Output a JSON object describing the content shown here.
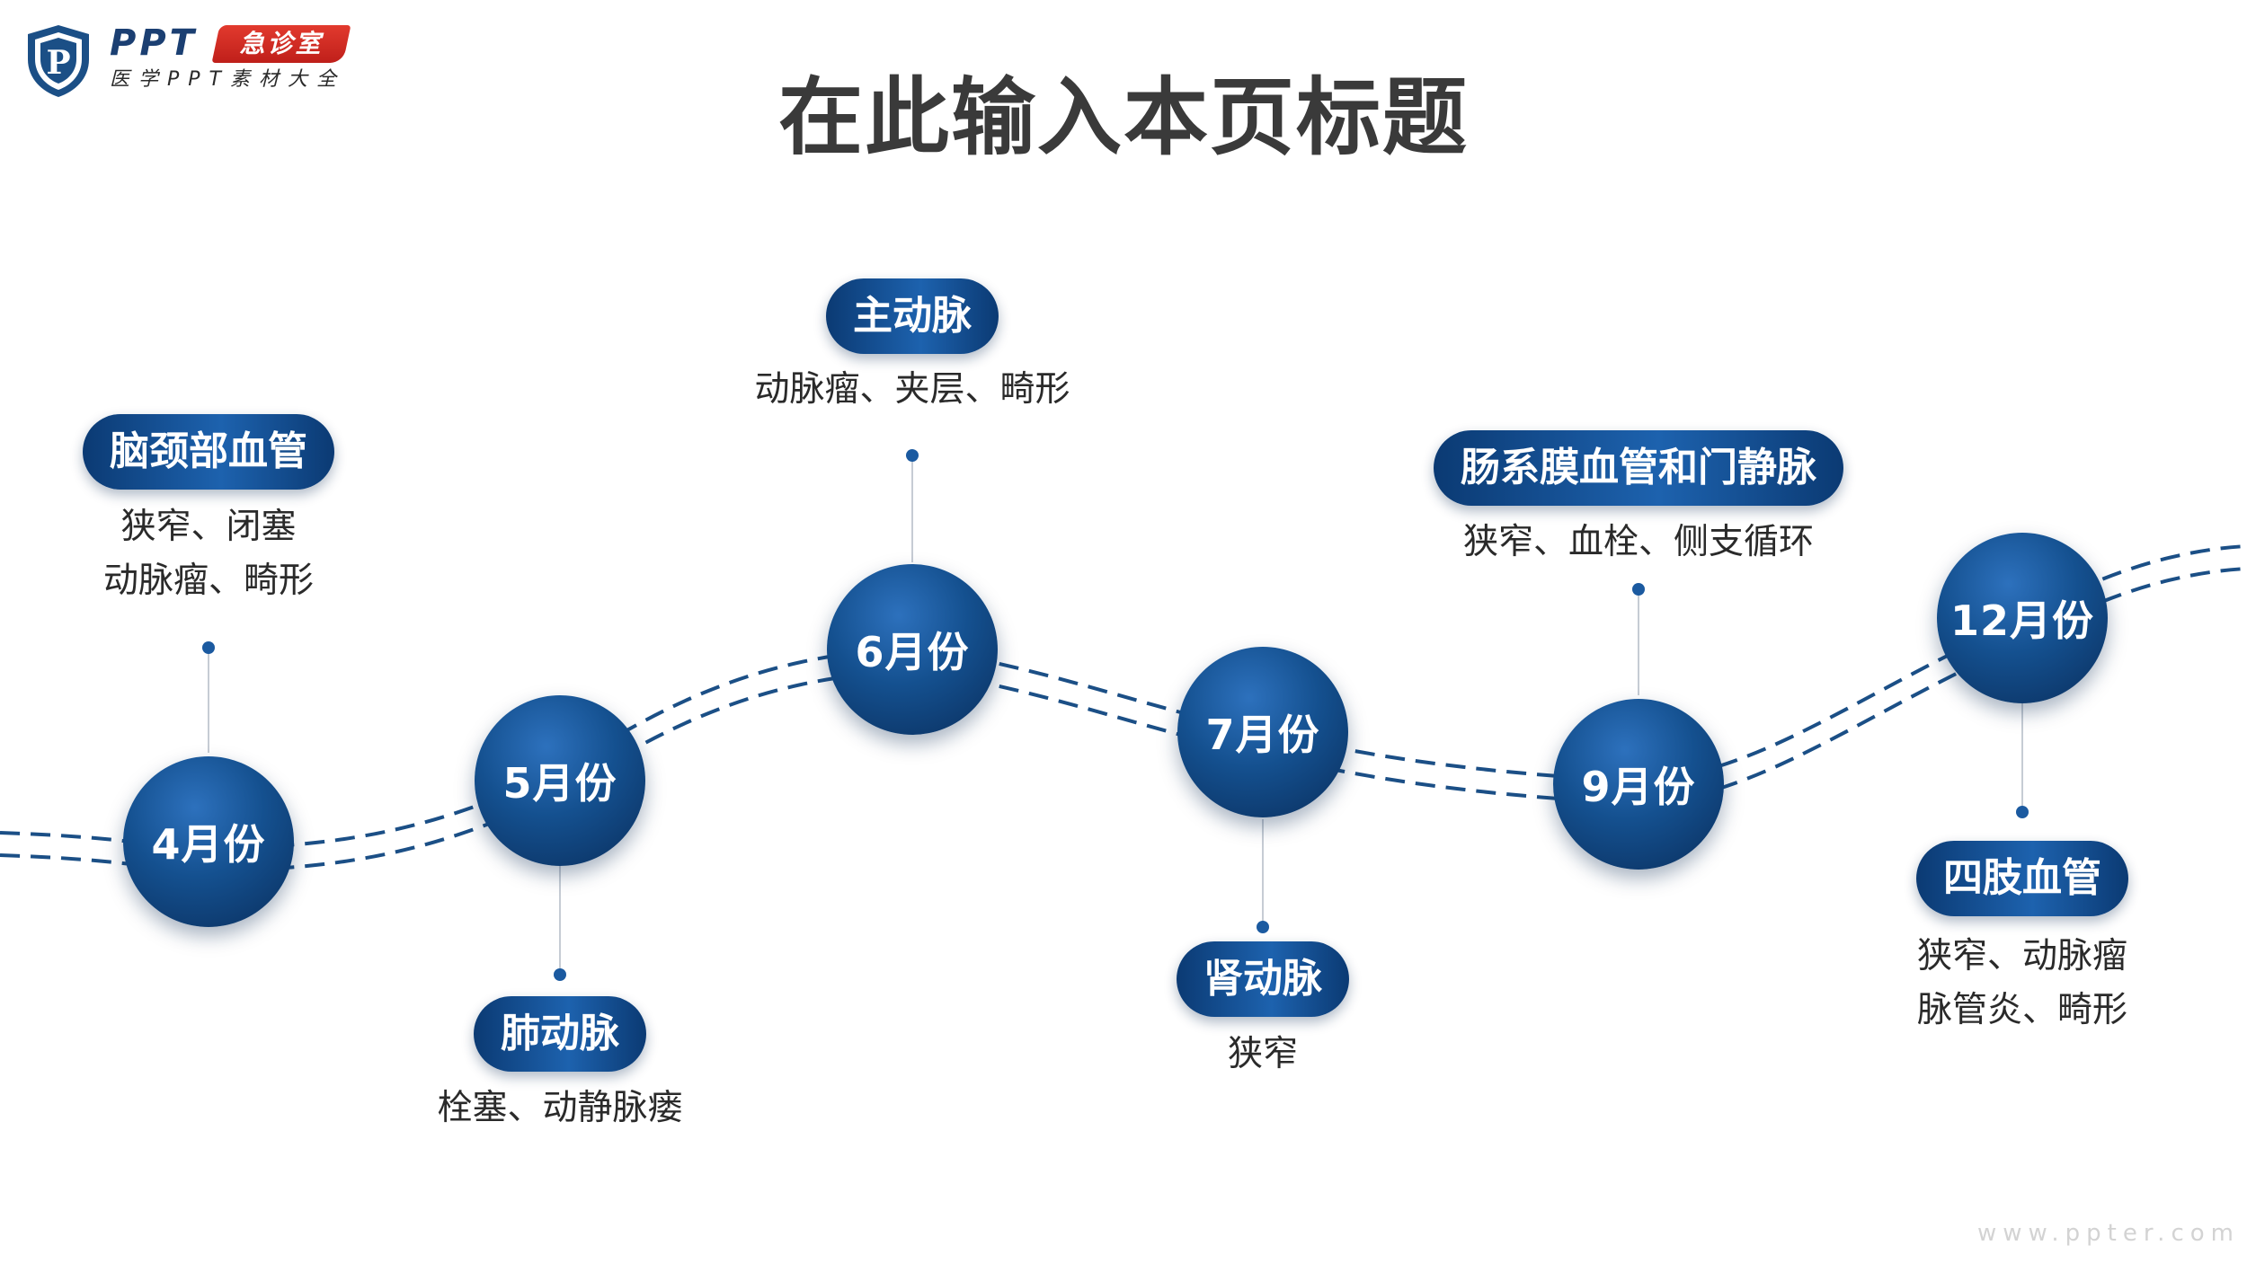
{
  "logo": {
    "mark_icon": "shield-p-icon",
    "mark_letter": "P",
    "brand": "PPT",
    "badge": "急诊室",
    "subtitle": "医学PPT素材大全"
  },
  "title": "在此输入本页标题",
  "milestones": [
    {
      "month": "4月份",
      "label": "脑颈部血管",
      "lines": [
        "狭窄、闭塞",
        "动脉瘤、畸形"
      ]
    },
    {
      "month": "5月份",
      "label": "肺动脉",
      "lines": [
        "栓塞、动静脉瘘"
      ]
    },
    {
      "month": "6月份",
      "label": "主动脉",
      "lines": [
        "动脉瘤、夹层、畸形"
      ]
    },
    {
      "month": "7月份",
      "label": "肾动脉",
      "lines": [
        "狭窄"
      ]
    },
    {
      "month": "9月份",
      "label": "肠系膜血管和门静脉",
      "lines": [
        "狭窄、血栓、侧支循环"
      ]
    },
    {
      "month": "12月份",
      "label": "四肢血管",
      "lines": [
        "狭窄、动脉瘤",
        "脉管炎、畸形"
      ]
    }
  ],
  "colors": {
    "navy": "#0b3a73",
    "blue": "#1d62ae",
    "line": "#1b4f86",
    "title": "#3a3a3a",
    "badge_red": "#d42b22"
  },
  "watermark": "www.ppter.com"
}
